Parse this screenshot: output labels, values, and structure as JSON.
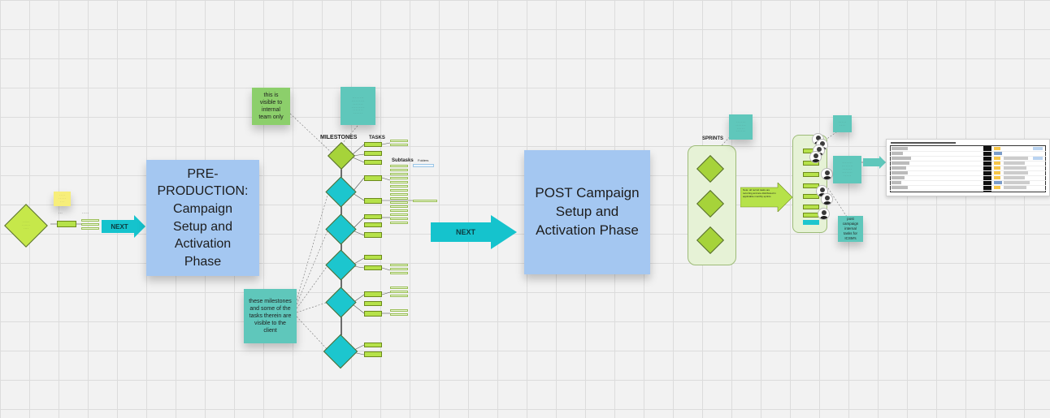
{
  "notes": {
    "pre_production": "PRE-PRODUCTION: Campaign Setup and Activation Phase",
    "post_campaign": "POST Campaign Setup and Activation Phase",
    "internal_only": "this is visible to internal team only",
    "client_visible": "these milestones and some of the tasks therein are visible to the client",
    "post_campaign_tasks": "post campaign internal tasks for ICSM's",
    "sprint_note": "Note: all recruit tasks are recurring and are distributed in applicable monthly sprints"
  },
  "arrows": {
    "next_small": "NEXT",
    "next_big": "NEXT"
  },
  "headers": {
    "milestones": "MILESTONES",
    "tasks": "TASKS",
    "subtasks": "Subtasks",
    "folders": "Folders",
    "sprints": "SPRINTS"
  },
  "colors": {
    "blue_sticky": "#a4c7f1",
    "green_sticky": "#8ccf6b",
    "teal_sticky": "#5fc7bb",
    "teal_arrow": "#15c3cd",
    "diamond_green": "#a6d33a",
    "diamond_teal": "#1cc6ce",
    "task_green": "#b6e24a"
  }
}
